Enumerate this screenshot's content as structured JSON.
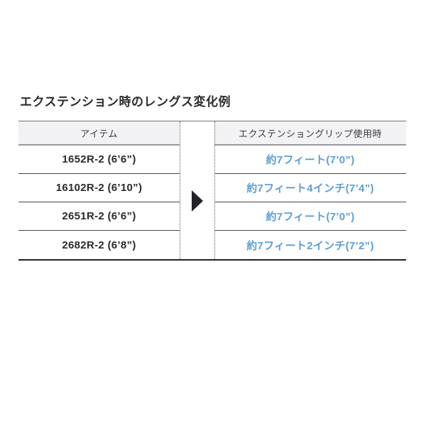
{
  "page": {
    "title": "エクステンション時のレングス変化例"
  },
  "table": {
    "headers": {
      "item": "アイテム",
      "extended": "エクステンショングリップ使用時"
    },
    "rows": [
      {
        "item": "1652R-2 (6’6”)",
        "extended": "約7フィート(7’0”)"
      },
      {
        "item": "16102R-2 (6’10”)",
        "extended": "約7フィート4インチ(7’4”)"
      },
      {
        "item": "2651R-2 (6’6”)",
        "extended": "約7フィート(7’0”)"
      },
      {
        "item": "2682R-2 (6’8”)",
        "extended": "約7フィート2インチ(7’2”)"
      }
    ],
    "icons": {
      "arrow": "right-triangle-icon"
    },
    "colors": {
      "value_blue": "#5b9ed6",
      "header_bg": "#f2f2f4",
      "arrow_black": "#232327"
    }
  }
}
